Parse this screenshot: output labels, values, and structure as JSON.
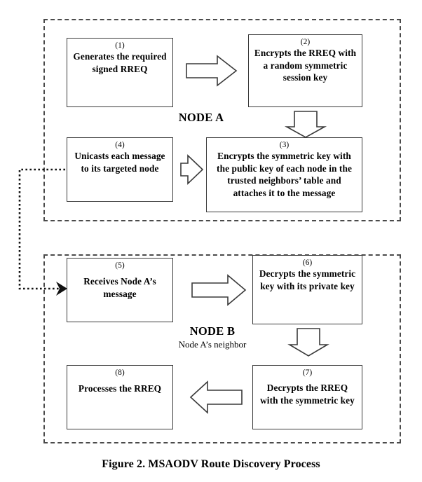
{
  "figure": {
    "caption": "Figure 2. MSAODV Route Discovery Process"
  },
  "groups": [
    {
      "id": "node-a",
      "label": "NODE A",
      "sublabel": ""
    },
    {
      "id": "node-b",
      "label": "NODE B",
      "sublabel": "Node A’s neighbor"
    }
  ],
  "steps": [
    {
      "number": "(1)",
      "text": "Generates the required signed RREQ",
      "group": "node-a"
    },
    {
      "number": "(2)",
      "text": "Encrypts the RREQ with a random symmetric session key",
      "group": "node-a"
    },
    {
      "number": "(3)",
      "text": "Encrypts the symmetric key with the public key of each node in the trusted neighbors’ table and attaches it to the message",
      "group": "node-a"
    },
    {
      "number": "(4)",
      "text": "Unicasts each message to its targeted node",
      "group": "node-a"
    },
    {
      "number": "(5)",
      "text": "Receives Node A’s message",
      "group": "node-b"
    },
    {
      "number": "(6)",
      "text": "Decrypts the symmetric key with its private key",
      "group": "node-b"
    },
    {
      "number": "(7)",
      "text": "Decrypts the RREQ with the symmetric key",
      "group": "node-b"
    },
    {
      "number": "(8)",
      "text": "Processes the RREQ",
      "group": "node-b"
    }
  ],
  "connectors": [
    {
      "id": "arrow-1-to-2",
      "from": "(1)",
      "to": "(2)",
      "direction": "right",
      "style": "block"
    },
    {
      "id": "arrow-2-to-3",
      "from": "(2)",
      "to": "(3)",
      "direction": "down",
      "style": "block"
    },
    {
      "id": "arrow-3-to-4",
      "from": "(3)",
      "to": "(4)",
      "direction": "left",
      "style": "block"
    },
    {
      "id": "arrow-4-to-5",
      "from": "(4)",
      "to": "(5)",
      "direction": "right",
      "style": "dotted"
    },
    {
      "id": "arrow-5-to-6",
      "from": "(5)",
      "to": "(6)",
      "direction": "right",
      "style": "block"
    },
    {
      "id": "arrow-6-to-7",
      "from": "(6)",
      "to": "(7)",
      "direction": "down",
      "style": "block"
    },
    {
      "id": "arrow-7-to-8",
      "from": "(7)",
      "to": "(8)",
      "direction": "left",
      "style": "block"
    }
  ],
  "colors": {
    "background": "#ffffff",
    "box_border": "#3a3a3a",
    "group_border": "#4a4a4a",
    "text": "#000000",
    "connector": "#111111"
  }
}
